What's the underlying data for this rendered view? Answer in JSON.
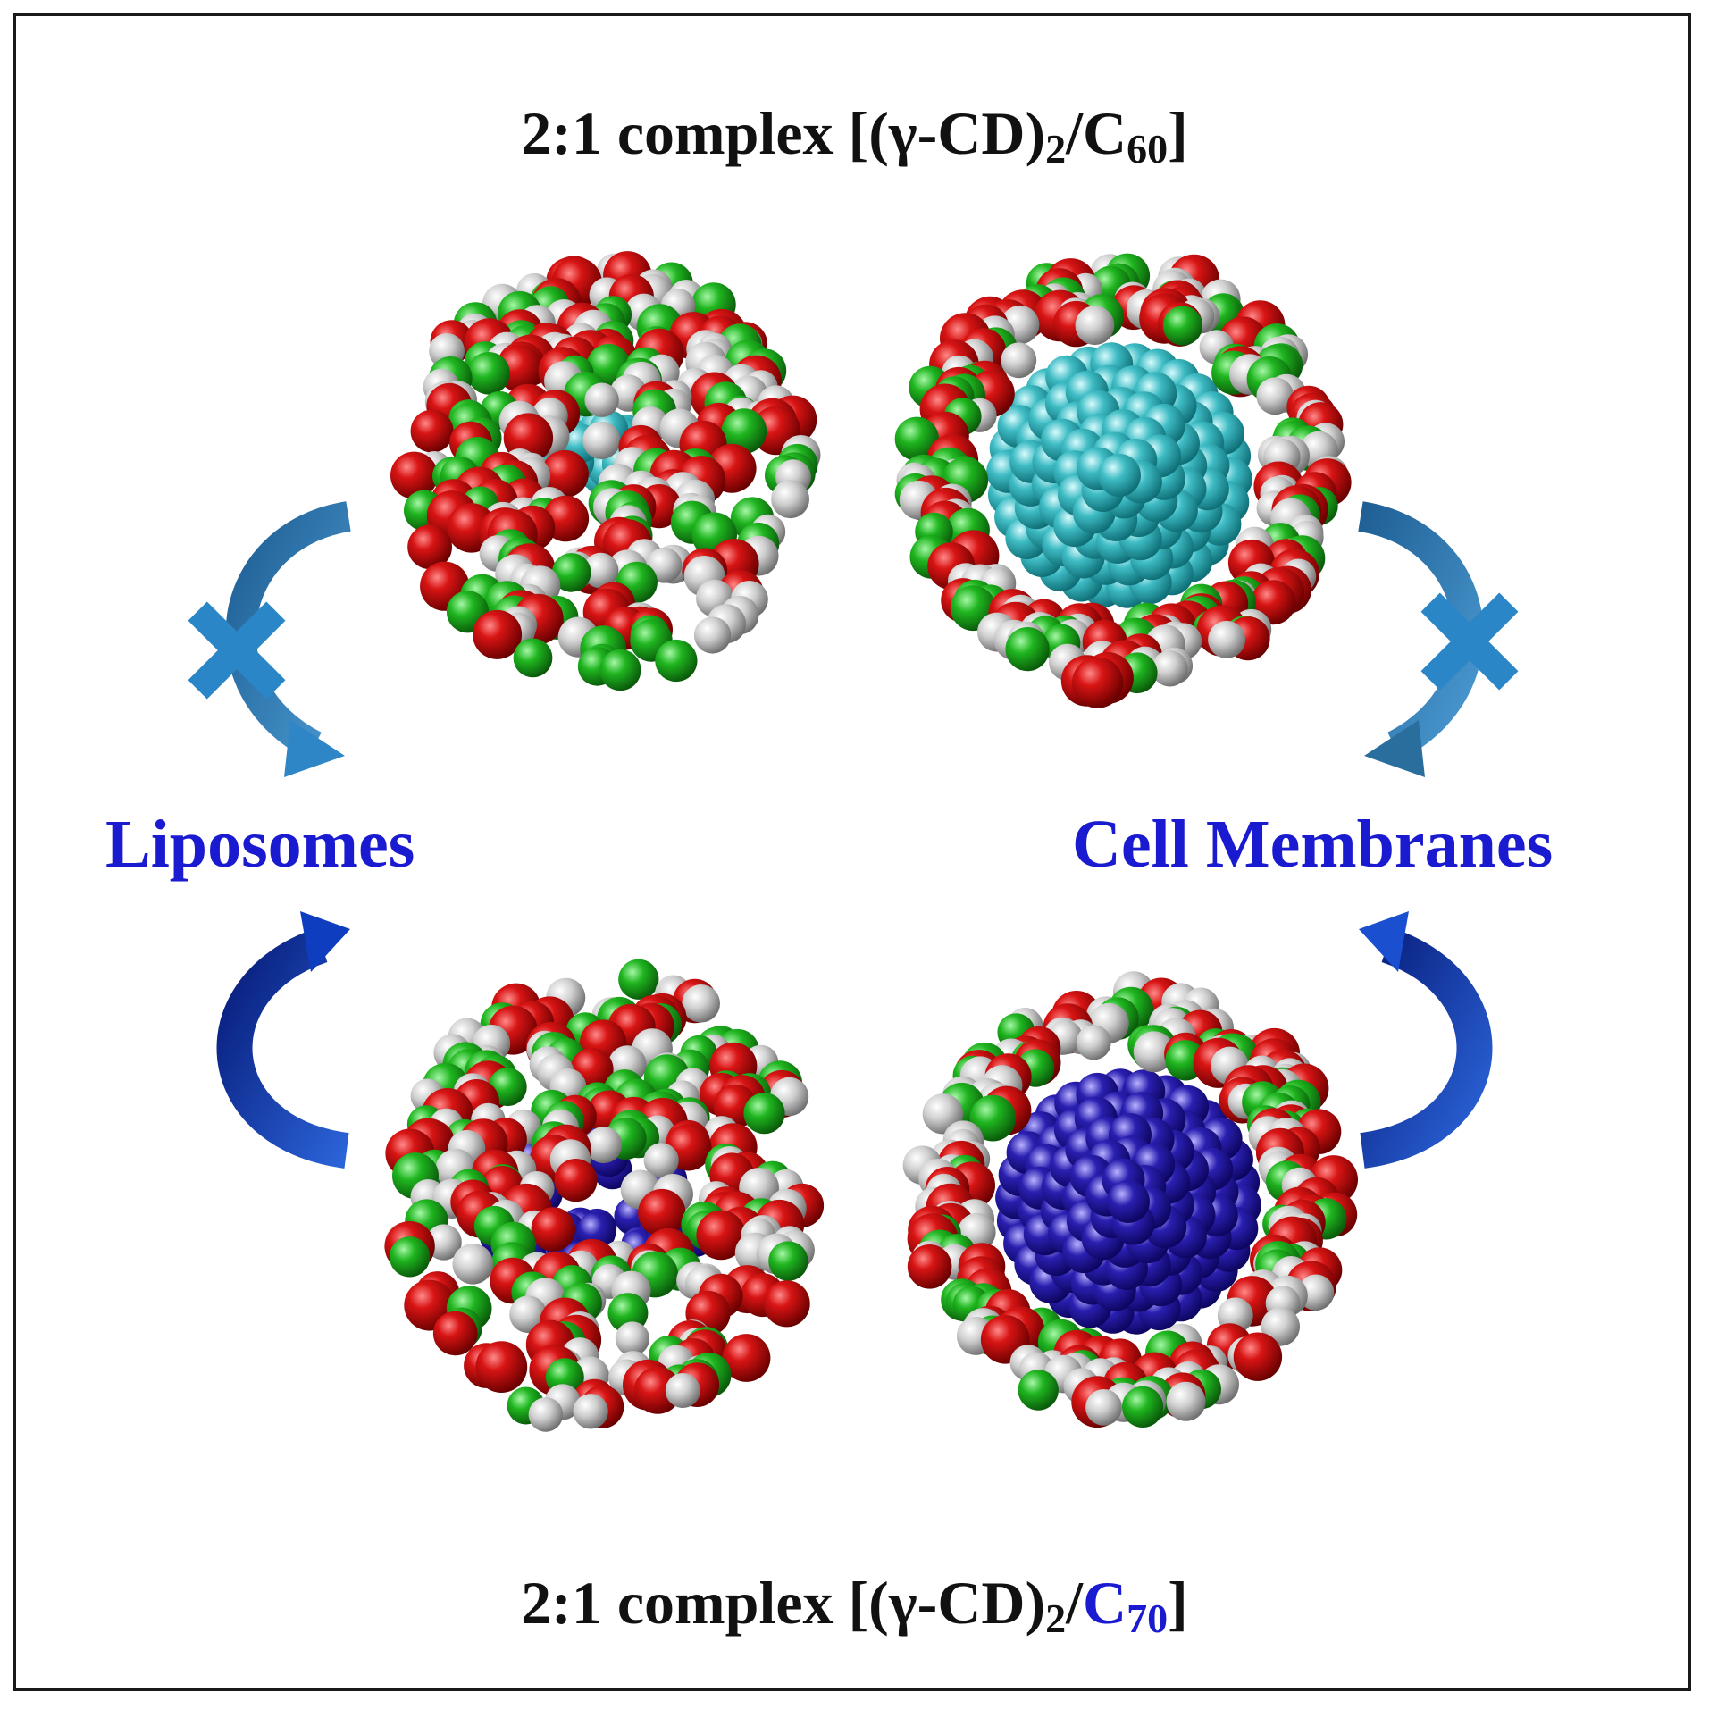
{
  "header": {
    "prefix": "2:1 complex [(γ-CD)",
    "sub2": "2",
    "slash": "/C",
    "sub60": "60",
    "close": "]"
  },
  "footer": {
    "prefix": "2:1 complex [(γ-CD)",
    "sub2": "2",
    "slash": "/",
    "c70_c": "C",
    "sub70": "70",
    "close": "]"
  },
  "labels": {
    "liposomes": "Liposomes",
    "cell_membranes": "Cell Membranes"
  },
  "colors": {
    "label_blue": "#1a1ad0",
    "fullerene_c60": "#3fbcc4",
    "fullerene_c70": "#2a1fb0",
    "oxygen": "#c41010",
    "carbon": "#1fb01f",
    "hydrogen": "#d2d2d2",
    "arrow_top": "#2c7bb6",
    "arrow_bottom": "#0d3ab8"
  },
  "icons": {
    "blocked_marker": "x-cross-icon",
    "arrow": "curved-arrow-icon"
  }
}
